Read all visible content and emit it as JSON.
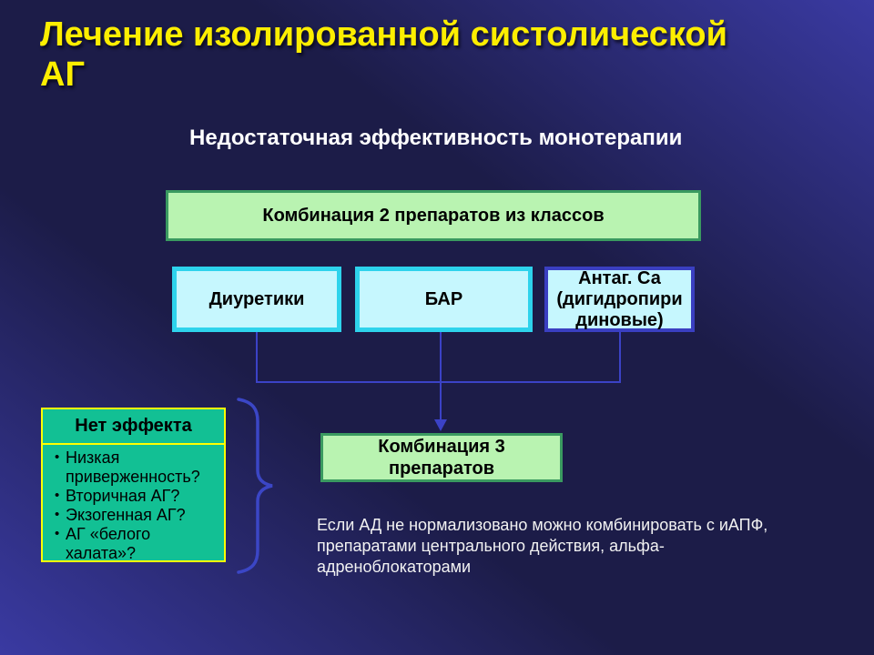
{
  "slide": {
    "title": "Лечение изолированной систолической АГ",
    "title_lines": [
      "Лечение изолированной систолической",
      "АГ"
    ],
    "subtitle": "Недостаточная эффективность монотерапии"
  },
  "flowchart": {
    "combo2_label": "Комбинация 2 препаратов из классов",
    "drug_classes": [
      "Диуретики",
      "БАР",
      "Антаг. Са (дигидропири диновые)"
    ],
    "combo3_label": "Комбинация 3 препаратов"
  },
  "no_effect": {
    "header": "Нет эффекта",
    "items": [
      "Низкая приверженность?",
      "Вторичная АГ?",
      "Экзогенная АГ?",
      "АГ «белого халата»?"
    ]
  },
  "footnote": "Если АД не нормализовано можно комбинировать с иАПФ, препаратами центрального действия, альфа-адреноблокаторами",
  "colors": {
    "title_yellow": "#fdee00",
    "green_box_fill": "#b9f3b1",
    "green_box_border": "#3a9a60",
    "cyan_box_fill": "#c6f7fe",
    "cyan_box_border": "#2ed3ec",
    "ca_box_border": "#3a3fc1",
    "no_effect_fill": "#12c094",
    "no_effect_border": "#ffff00",
    "connector_blue": "#3b42c6",
    "background_dark": "#1c1c48",
    "background_light": "#3a3aa2"
  }
}
